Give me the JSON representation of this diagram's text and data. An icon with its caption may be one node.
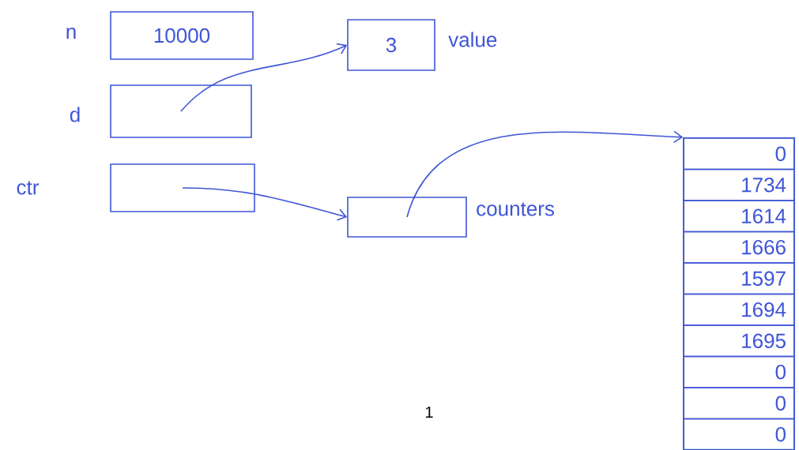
{
  "diagram": {
    "nodes": [
      {
        "text": [
          "10000"
        ],
        "beside": [
          "n"
        ]
      },
      {
        "text": [],
        "shape": "box",
        "beside": [
          "d"
        ]
      },
      {
        "text": [],
        "shape": "box",
        "beside": [
          "ctr"
        ]
      },
      {
        "text": [
          "3"
        ],
        "beside": [
          "value"
        ]
      },
      {
        "text": [],
        "shape": "box",
        "beside": [
          "counters"
        ]
      },
      {
        "text": [],
        "shape": "box"
      },
      {
        "text": [
          "0"
        ],
        "in": 5
      },
      {
        "text": [
          "1734"
        ],
        "in": 5
      },
      {
        "text": [
          "1614"
        ],
        "in": 5
      },
      {
        "text": [
          "1666"
        ],
        "in": 5
      },
      {
        "text": [
          "1597"
        ],
        "in": 5
      },
      {
        "text": [
          "1694"
        ],
        "in": 5
      },
      {
        "text": [
          "1695"
        ],
        "in": 5
      },
      {
        "text": [
          "0"
        ],
        "in": 5
      },
      {
        "text": [
          "0"
        ],
        "in": 5
      },
      {
        "text": [
          "0"
        ],
        "in": 5
      }
    ],
    "edges": [
      {
        "from": 1,
        "to": 3,
        "arrow": "to"
      },
      {
        "from": 2,
        "to": 4,
        "arrow": "to"
      },
      {
        "from": 4,
        "to": 5,
        "arrow": "to"
      }
    ],
    "labels": [
      "1"
    ]
  }
}
